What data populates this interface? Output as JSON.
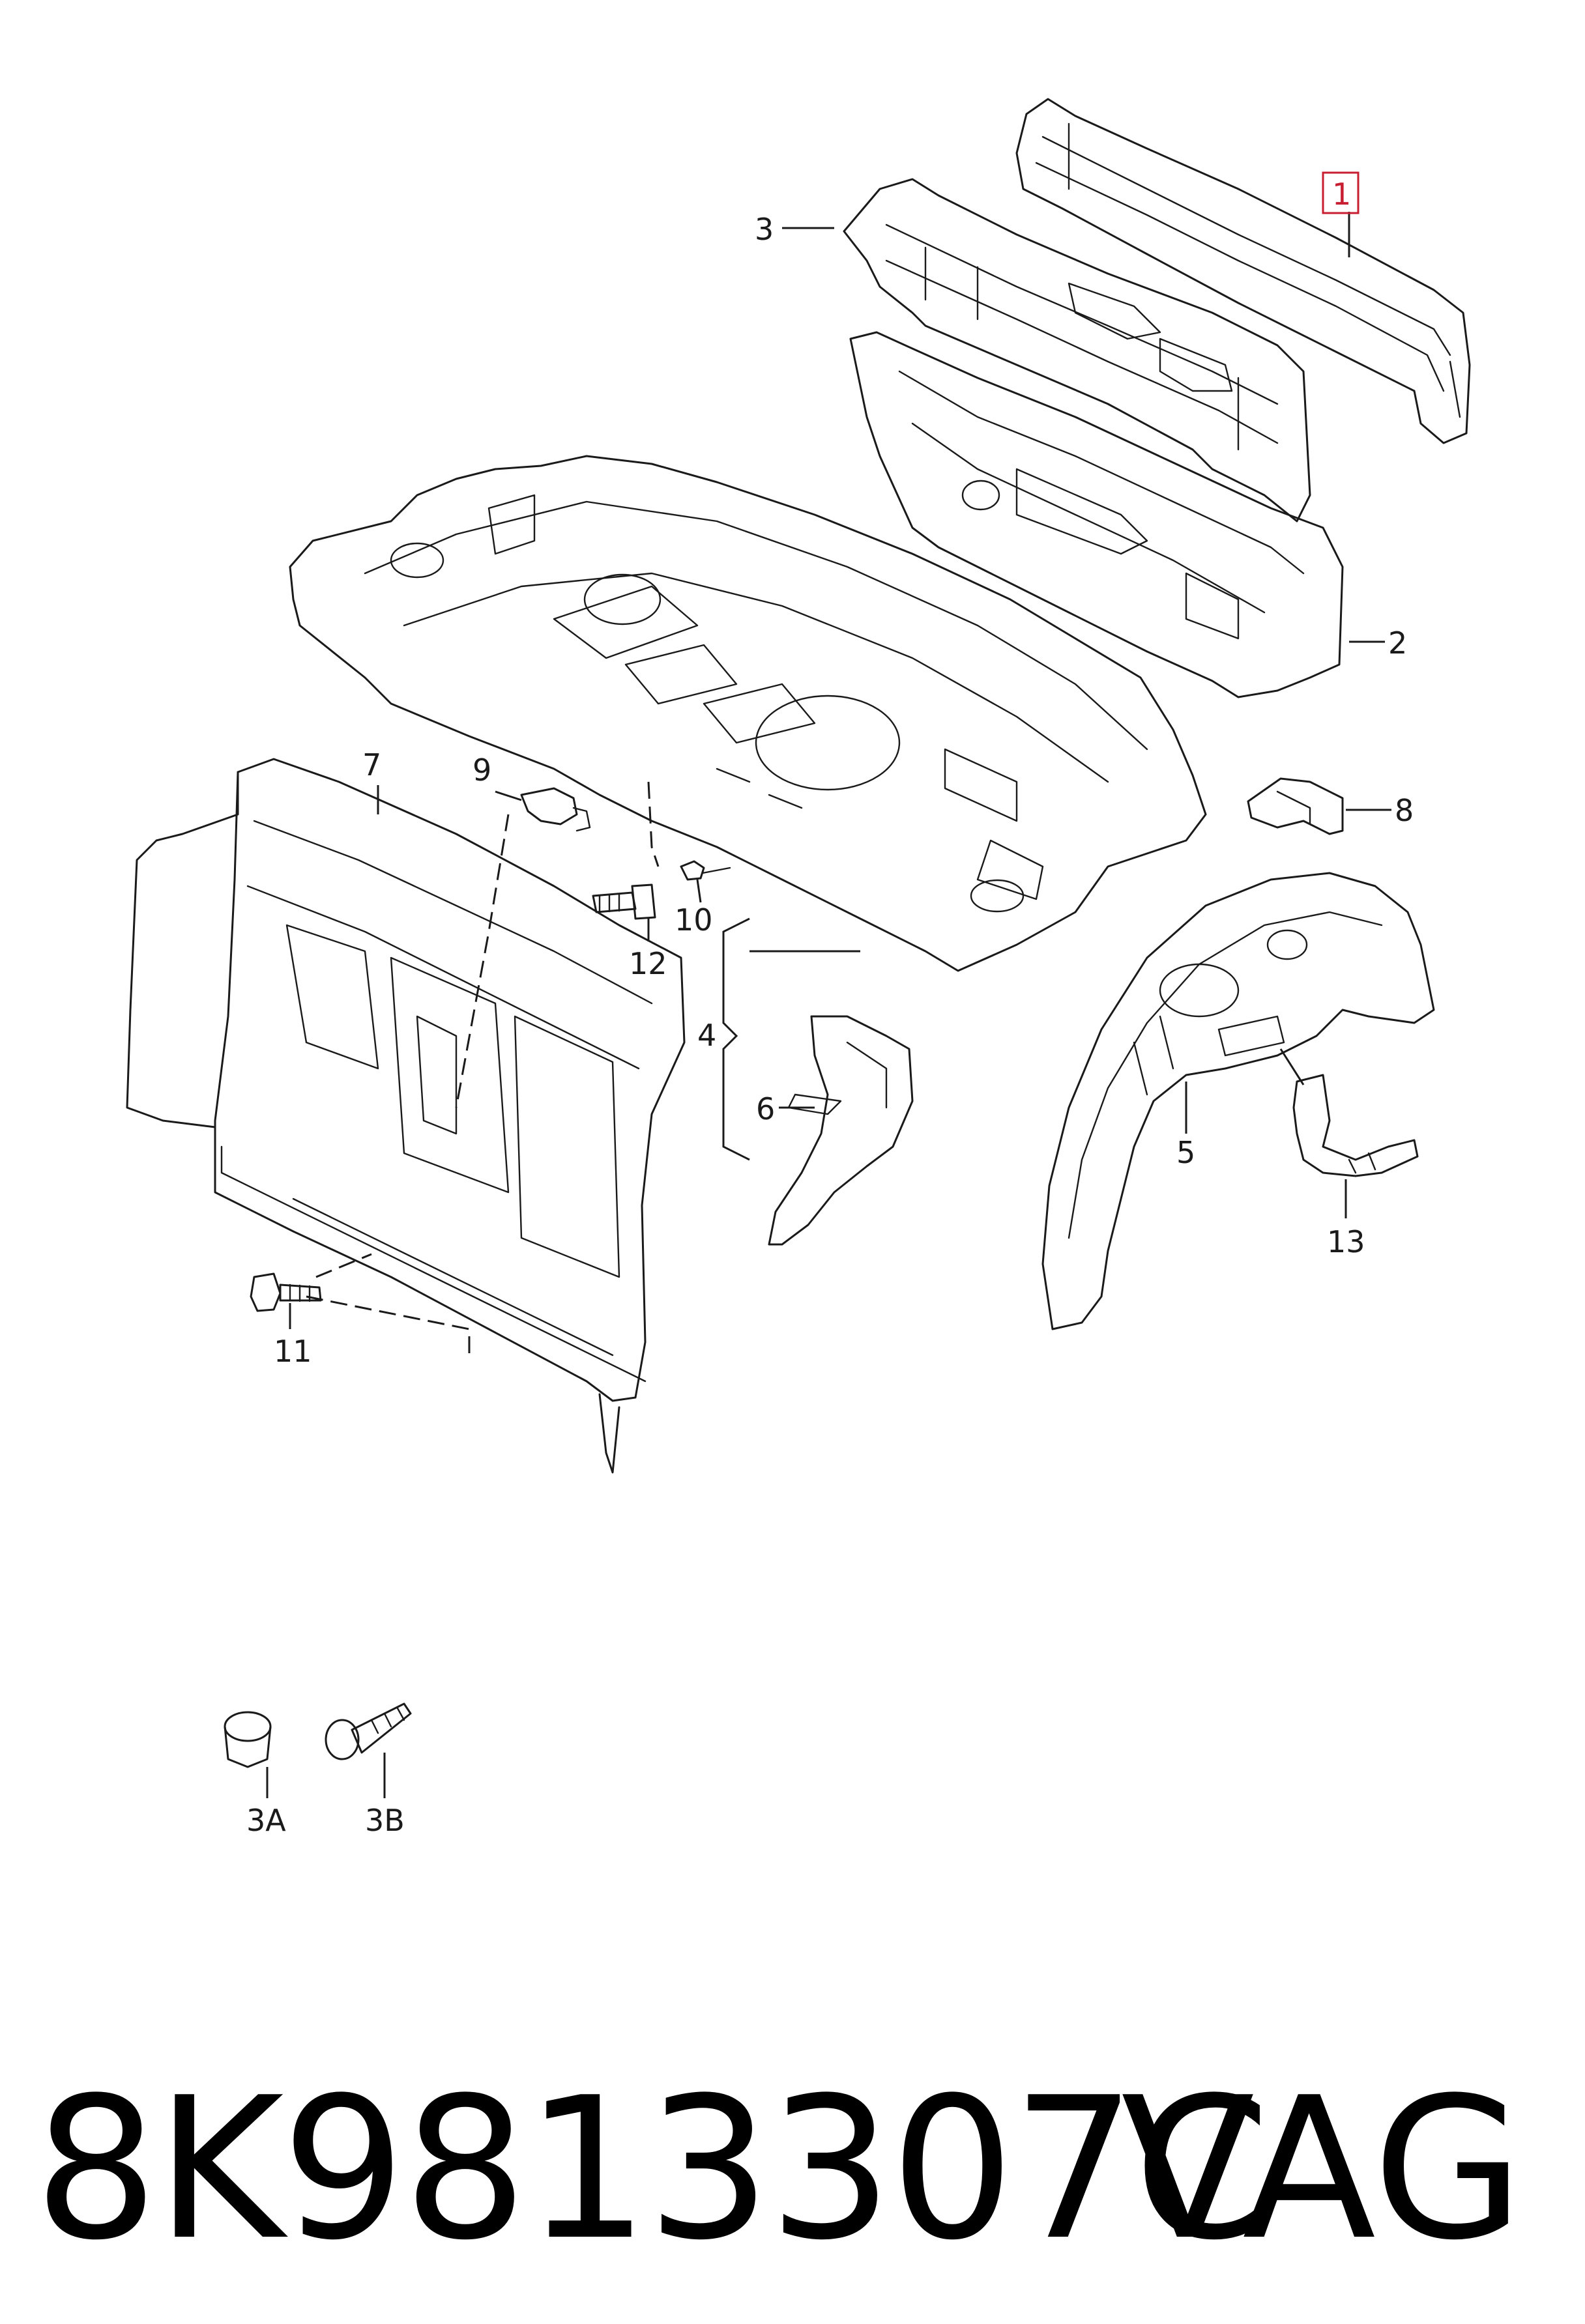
{
  "diagram": {
    "callouts": [
      {
        "id": "1",
        "highlighted": true
      },
      {
        "id": "2"
      },
      {
        "id": "3"
      },
      {
        "id": "4"
      },
      {
        "id": "5"
      },
      {
        "id": "6"
      },
      {
        "id": "7"
      },
      {
        "id": "8"
      },
      {
        "id": "9"
      },
      {
        "id": "10"
      },
      {
        "id": "11"
      },
      {
        "id": "12"
      },
      {
        "id": "13"
      },
      {
        "id": "3A"
      },
      {
        "id": "3B"
      }
    ],
    "highlight_color": "#c81e32"
  },
  "footer": {
    "part_number": "8K9813307C",
    "brand": "VAG"
  }
}
